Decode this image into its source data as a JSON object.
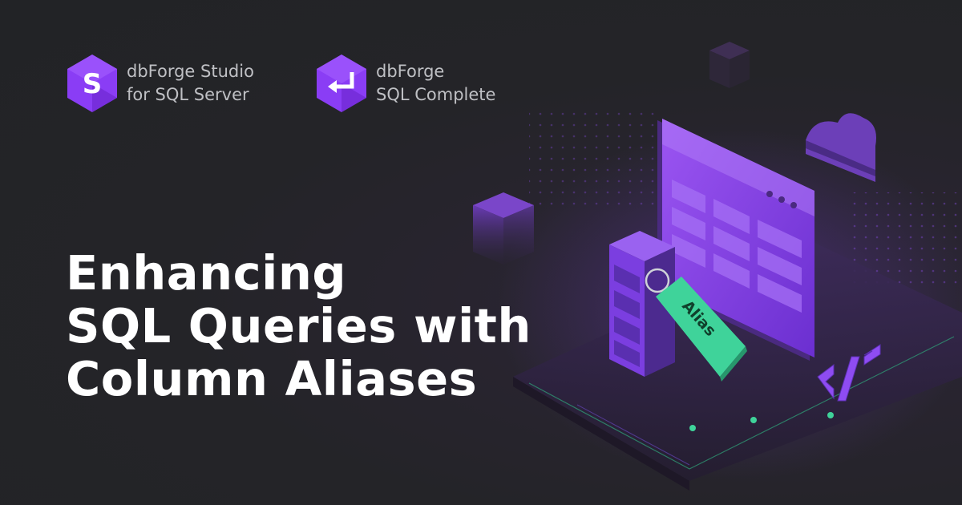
{
  "products": [
    {
      "line1": "dbForge Studio",
      "line2": "for SQL Server",
      "glyph": "S"
    },
    {
      "line1": "dbForge",
      "line2": "SQL Complete",
      "icon": "enter-arrow-icon"
    }
  ],
  "headline": {
    "line1": "Enhancing",
    "line2": "SQL Queries with",
    "line3": "Column Aliases"
  },
  "illustration": {
    "tag_label": "Alias",
    "code_symbol": "</>",
    "icons": [
      "cloud-icon",
      "data-cube-icon",
      "code-brackets-icon",
      "table-window-icon"
    ]
  },
  "colors": {
    "background": "#232427",
    "accent_purple": "#8a3df5",
    "accent_green": "#3fd39a",
    "text_light": "#bfc0c4"
  }
}
